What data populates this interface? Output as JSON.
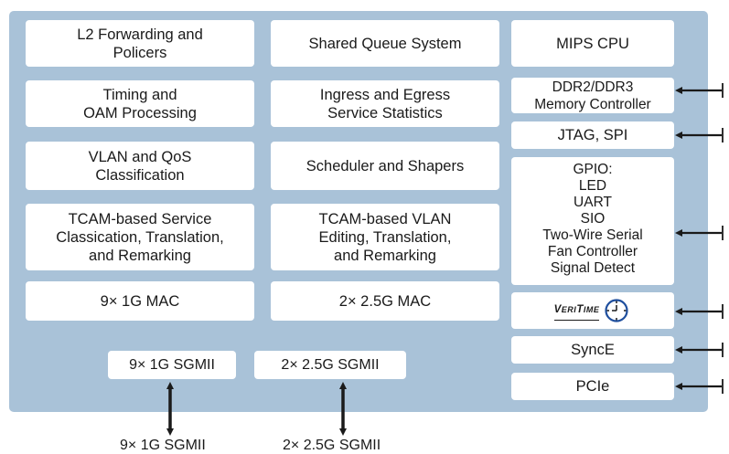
{
  "blocks": {
    "l2_forwarding": "L2 Forwarding and\nPolicers",
    "shared_queue": "Shared Queue System",
    "mips_cpu": "MIPS CPU",
    "timing_oam": "Timing and\nOAM Processing",
    "service_statistics": "Ingress and Egress\nService Statistics",
    "ddr_controller": "DDR2/DDR3\nMemory Controller",
    "jtag_spi": "JTAG, SPI",
    "vlan_qos": "VLAN and QoS\nClassification",
    "scheduler_shapers": "Scheduler and Shapers",
    "gpio": "GPIO:\nLED\nUART\nSIO\nTwo-Wire Serial\nFan Controller\nSignal Detect",
    "tcam_service": "TCAM-based Service\nClassication, Translation,\nand Remarking",
    "tcam_vlan": "TCAM-based VLAN\nEditing, Translation,\nand Remarking",
    "mac_1g": "9× 1G MAC",
    "mac_25g": "2× 2.5G MAC",
    "veritime": "VeriTime",
    "synce": "SyncE",
    "pcie": "PCIe",
    "sgmii_1g": "9× 1G SGMII",
    "sgmii_25g": "2× 2.5G SGMII"
  },
  "external_labels": {
    "sgmii_1g": "9× 1G SGMII",
    "sgmii_25g": "2× 2.5G SGMII"
  },
  "icons": {
    "veritime_logo": "clock-icon"
  },
  "colors": {
    "panel": "#a9c2d8",
    "box": "#ffffff",
    "arrow": "#1a1a1a"
  }
}
